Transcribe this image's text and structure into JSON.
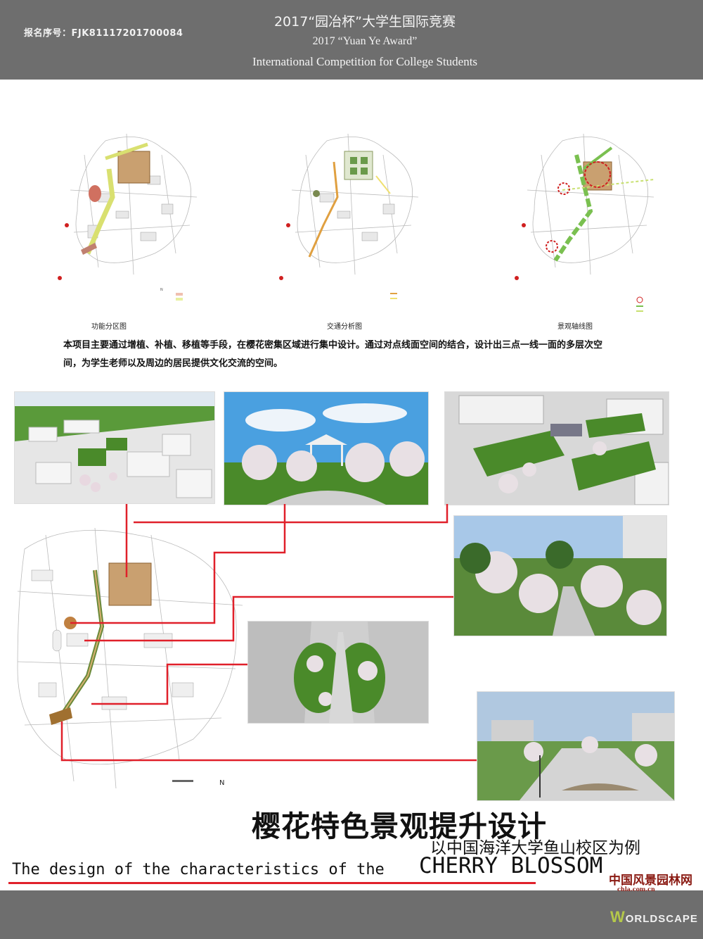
{
  "header": {
    "registration": "报名序号：FJK81117201700084",
    "title_cn": "2017“园冶杯”大学生国际竞赛",
    "title_en1": "2017  “Yuan Ye Award”",
    "title_en2": "International Competition for College Students"
  },
  "analysis_maps": [
    {
      "caption": "功能分区图"
    },
    {
      "caption": "交通分析图"
    },
    {
      "caption": "景观轴线图"
    }
  ],
  "description": "本项目主要通过增植、补植、移植等手段，在樱花密集区域进行集中设计。通过对点线面空间的结合，设计出三点一线一面的多层次空间，为学生老师以及周边的居民提供文化交流的空间。",
  "titles": {
    "main_cn": "樱花特色景观提升设计",
    "sub_cn": "以中国海洋大学鱼山校区为例",
    "en_part1": "The design of the characteristics of the",
    "en_part2": "CHERRY BLOSSOM"
  },
  "logos": {
    "chla_name": "中国风景园林网",
    "chla_url": "chla.com.cn",
    "worldscape": "ORLDSCAPE",
    "worldscape_initial": "W"
  },
  "colors": {
    "header_gray": "#6e6e6e",
    "accent_red": "#e0202a",
    "grass": "#4a8a2a",
    "plaza_orange": "#c9a070"
  }
}
